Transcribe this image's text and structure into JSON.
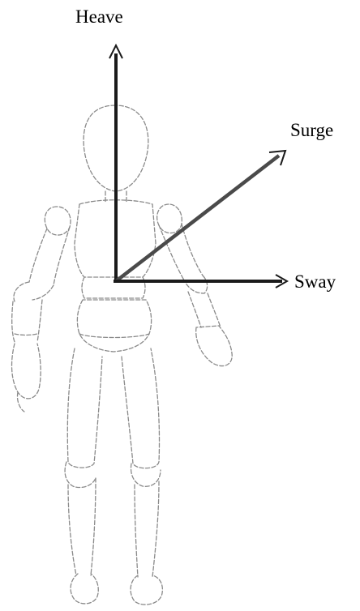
{
  "axes": {
    "heave": "Heave",
    "surge": "Surge",
    "sway": "Sway"
  },
  "colors": {
    "figure_outline": "#8a8a8a",
    "axis_line": "#1a1a1a",
    "label_text": "#000000"
  }
}
